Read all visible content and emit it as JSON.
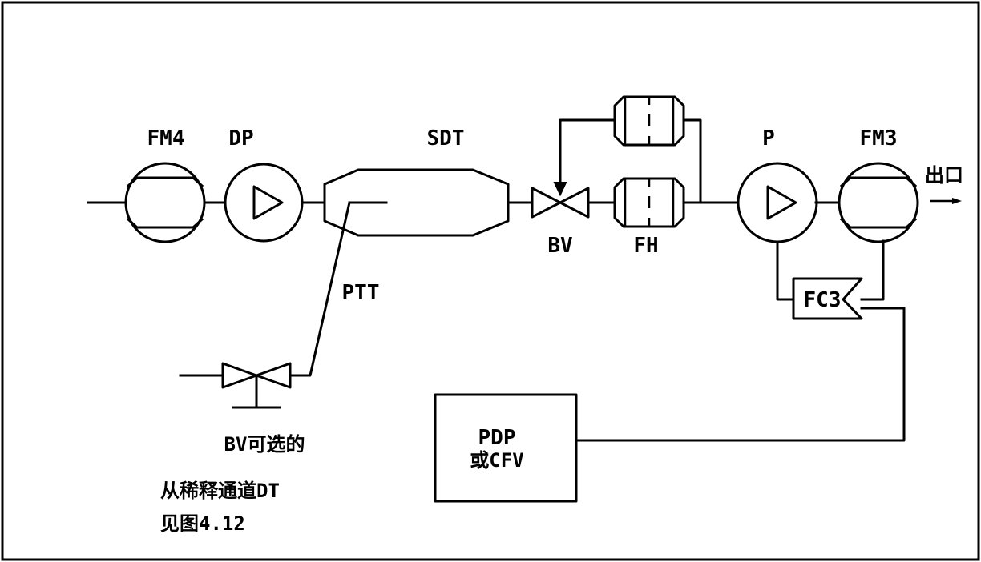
{
  "labels": {
    "fm4": "FM4",
    "dp": "DP",
    "sdt": "SDT",
    "bv": "BV",
    "fh": "FH",
    "p": "P",
    "fm3": "FM3",
    "outlet": "出口",
    "ptt": "PTT",
    "fc3": "FC3",
    "bv_optional": "BV可选的",
    "pdp_line1": "PDP",
    "pdp_line2": "或CFV",
    "source_line1": "从稀释通道DT",
    "source_line2": "见图4.12"
  },
  "icons": {
    "flow_meter": "flow-meter-icon",
    "pump": "pump-icon",
    "valve": "ball-valve-icon",
    "filter": "filter-holder-icon",
    "arrow": "outlet-arrow-icon"
  }
}
